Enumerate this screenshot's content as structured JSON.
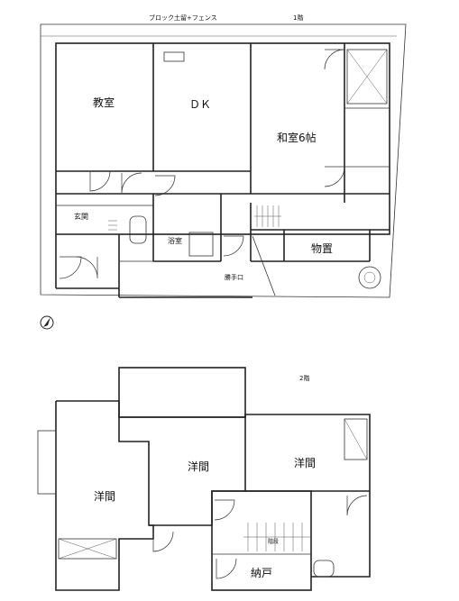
{
  "floor1": {
    "boundary_label": "ブロック土留+フェンス",
    "floor_label": "1階",
    "rooms": {
      "classroom": "教室",
      "dk": "ＤＫ",
      "washitsu": "和室6帖",
      "genkan": "玄関",
      "bath": "浴室",
      "storage": "物置",
      "handrail": "勝手口"
    }
  },
  "floor2": {
    "floor_label": "2階",
    "rooms": {
      "western_center": "洋間",
      "western_right": "洋間",
      "western_left": "洋間",
      "closet": "納戸",
      "stairs": "階段"
    }
  }
}
